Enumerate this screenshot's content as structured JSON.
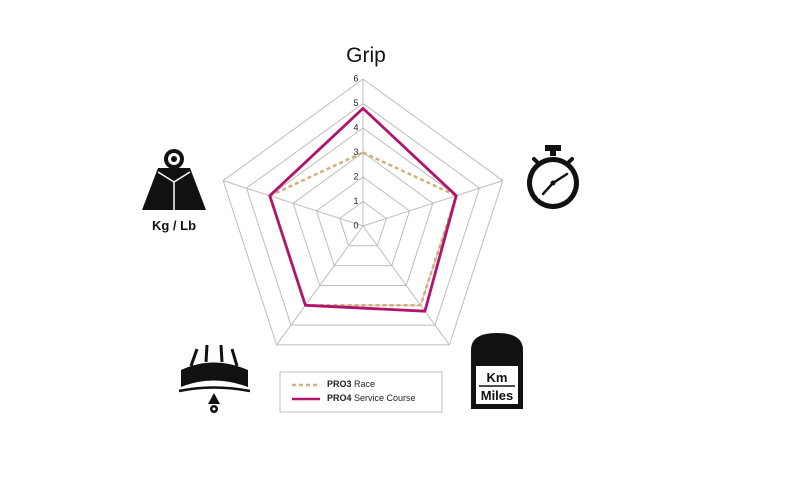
{
  "chart_data": {
    "type": "radar",
    "axes": [
      "Grip",
      "",
      "",
      "",
      ""
    ],
    "axis_icons": [
      "",
      "stopwatch-icon",
      "distance-km-miles-icon",
      "tire-puncture-protection-icon",
      "weight-kg-lb-icon"
    ],
    "weight_caption": "Kg / Lb",
    "distance_caption_top": "Km",
    "distance_caption_bottom": "Miles",
    "scale": {
      "min": 0,
      "max": 6,
      "ticks": [
        "0",
        "1",
        "2",
        "3",
        "4",
        "5",
        "6"
      ]
    },
    "series": [
      {
        "name": "PRO3 Race",
        "name_bold": "PRO3",
        "name_rest": " Race",
        "color": "#d2b07c",
        "dashed": true,
        "values": [
          3,
          4,
          4,
          4,
          4
        ]
      },
      {
        "name": "PRO4 Service Course",
        "name_bold": "PRO4",
        "name_rest": " Service Course",
        "color": "#b0146e",
        "dashed": false,
        "values": [
          4.8,
          4,
          4.3,
          4,
          4
        ]
      }
    ],
    "grid": true,
    "legend_position": "bottom-center"
  }
}
